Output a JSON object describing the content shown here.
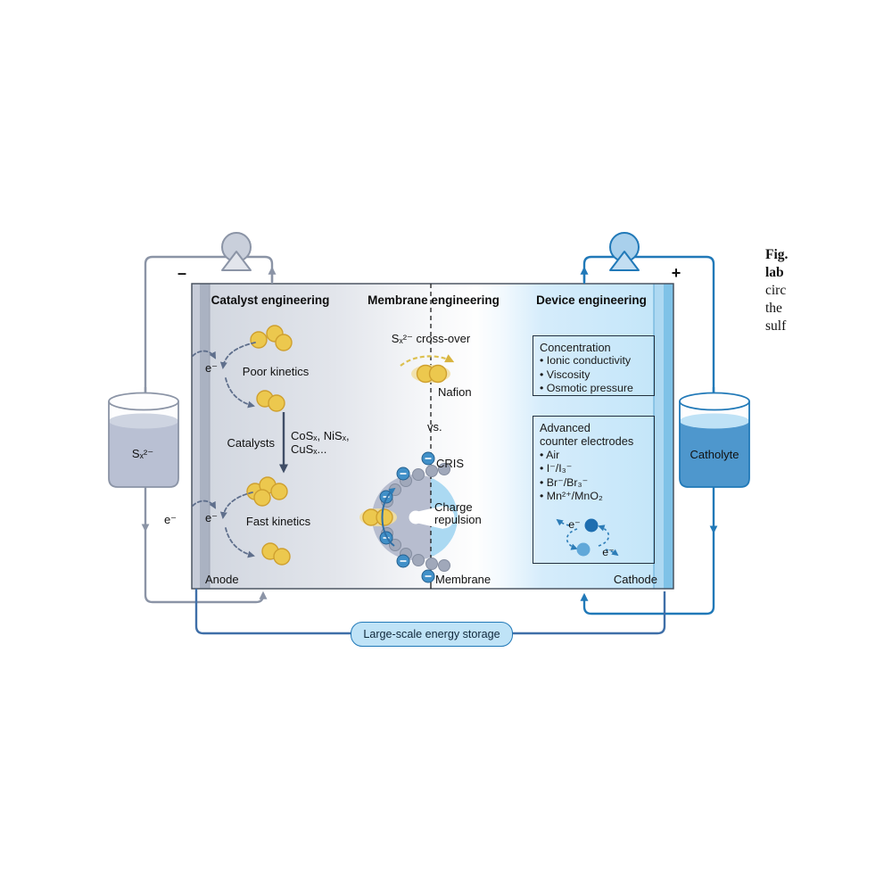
{
  "figure": {
    "columns": {
      "catalyst_title": "Catalyst engineering",
      "membrane_title": "Membrane engineering",
      "device_title": "Device engineering"
    },
    "catalyst": {
      "electron_top": "e⁻",
      "poor_kinetics": "Poor kinetics",
      "catalysts_label": "Catalysts",
      "catalyst_formula_line1": "CoSₓ, NiSₓ,",
      "catalyst_formula_line2": "CuSₓ...",
      "electron_bottom": "e⁻",
      "fast_kinetics": "Fast kinetics",
      "anode_label": "Anode"
    },
    "membrane": {
      "crossover_label": "Sₓ²⁻ cross-over",
      "nafion_label": "Nafion",
      "vs_label": "vs.",
      "cris_label": "CRIS",
      "charge_line1": "Charge",
      "charge_line2": "repulsion",
      "membrane_label": "Membrane"
    },
    "device": {
      "concentration_box": {
        "title": "Concentration",
        "items": [
          "• Ionic conductivity",
          "• Viscosity",
          "• Osmotic pressure"
        ]
      },
      "counter_box": {
        "title_line1": "Advanced",
        "title_line2": "counter electrodes",
        "items": [
          "• Air",
          "• I⁻/I₃⁻",
          "• Br⁻/Br₃⁻",
          "• Mn²⁺/MnO₂"
        ],
        "electron_top": "e⁻",
        "electron_bottom": "e⁻"
      },
      "cathode_label": "Cathode"
    },
    "left_loop": {
      "minus_sign": "–",
      "tank_label": "Sₓ²⁻",
      "electron_label": "e⁻"
    },
    "right_loop": {
      "plus_sign": "+",
      "tank_label": "Catholyte"
    },
    "storage_pill_label": "Large-scale energy storage",
    "caption_lines": [
      "Fig.",
      "lab",
      "circ",
      "the",
      "sulf"
    ]
  },
  "colors": {
    "gray_pipe": "#8b94a6",
    "blue_pipe": "#2179b8",
    "external_circuit": "#3f6fa8",
    "sulfur_yellow": "#ecc84e",
    "cathode_blue": "#8ccaed",
    "anode_gray": "#b5bcca",
    "pill_fill": "#bfe3f7"
  }
}
